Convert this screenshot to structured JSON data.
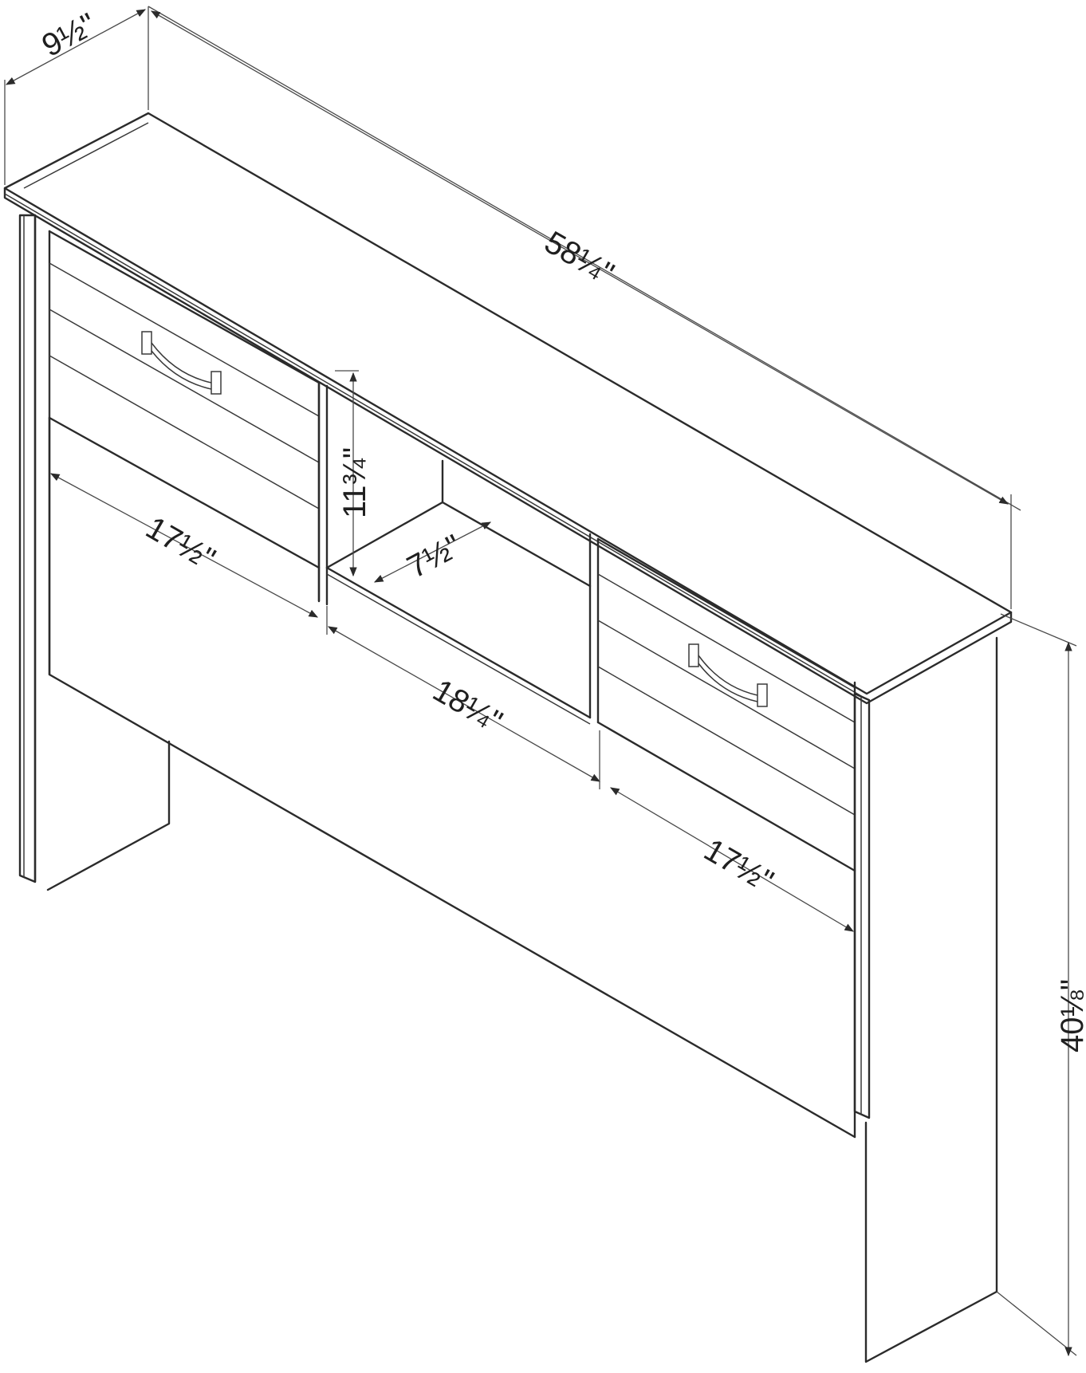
{
  "dimensions": {
    "depth": "9½\"",
    "width": "58¼\"",
    "shelf_height": "11¾\"",
    "shelf_depth": "7½\"",
    "left_door_width": "17½\"",
    "center_opening_width": "18¼\"",
    "right_door_width": "17½\"",
    "total_height": "40⅛\""
  }
}
